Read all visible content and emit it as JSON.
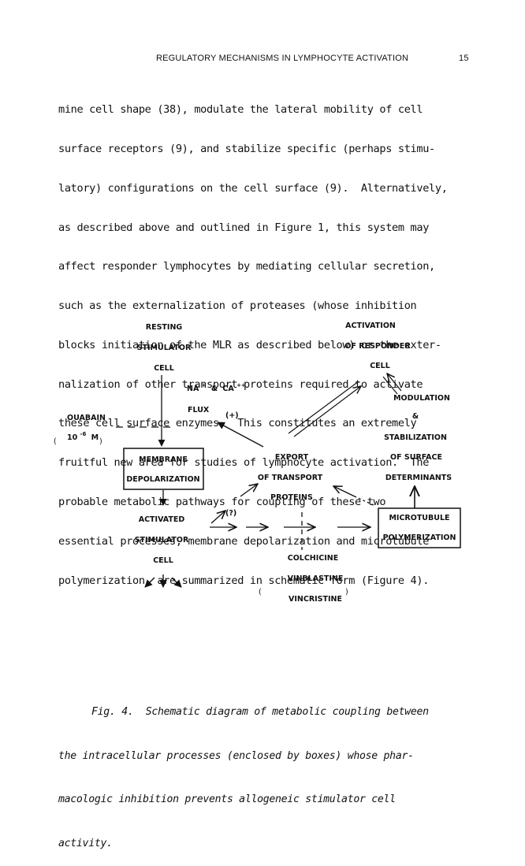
{
  "header": {
    "running_title": "REGULATORY MECHANISMS IN LYMPHOCYTE ACTIVATION",
    "page_number": "15"
  },
  "body_lines": [
    "mine cell shape (38), modulate the lateral mobility of cell",
    "surface receptors (9), and stabilize specific (perhaps stimu-",
    "latory) configurations on the cell surface (9).  Alternatively,",
    "as described above and outlined in Figure 1, this system may",
    "affect responder lymphocytes by mediating cellular secretion,",
    "such as the externalization of proteases (whose inhibition",
    "blocks initiation of the MLR as described below) or the exter-",
    "nalization of other transport proteins required to activate",
    "these cell surface enzymes.  This constitutes an extremely",
    "fruitful new area for studies of lymphocyte activation.  The",
    "probable metabolic pathways for coupling of these two",
    "essential processes, membrane depolarization and microtubule",
    "polymerization, are summarized in schematic form (Figure 4)."
  ],
  "diagram": {
    "resting": [
      "RESTING",
      "STIMULATOR",
      "CELL"
    ],
    "activation": [
      "ACTIVATION",
      "OF RESPONDER",
      "CELL"
    ],
    "na": "NA",
    "na_sup": "+",
    "amp": "&",
    "ca": "CA",
    "ca_sup": "++",
    "flux": "FLUX",
    "plus": "(+)",
    "ouabain": "OUABAIN",
    "conc_base": "10",
    "conc_exp": "-6",
    "conc_unit": "M",
    "membrane_box": [
      "MEMBRANE",
      "DEPOLARIZATION"
    ],
    "export": [
      "EXPORT",
      "OF TRANSPORT",
      "PROTEINS"
    ],
    "question": "(?)",
    "activated": [
      "ACTIVATED",
      "STIMULATOR",
      "CELL"
    ],
    "modulation": [
      "MODULATION",
      "&",
      "STABILIZATION",
      "OF SURFACE",
      "DETERMINANTS"
    ],
    "microtubule_box": [
      "MICROTUBULE",
      "POLYMERIZATION"
    ],
    "inhibitors": [
      "COLCHICINE",
      "VINBLASTINE",
      "VINCRISTINE"
    ]
  },
  "caption_lines": [
    "Fig. 4.  Schematic diagram of metabolic coupling between",
    "the intracellular processes (enclosed by boxes) whose phar-",
    "macologic inhibition prevents allogeneic stimulator cell",
    "activity."
  ]
}
